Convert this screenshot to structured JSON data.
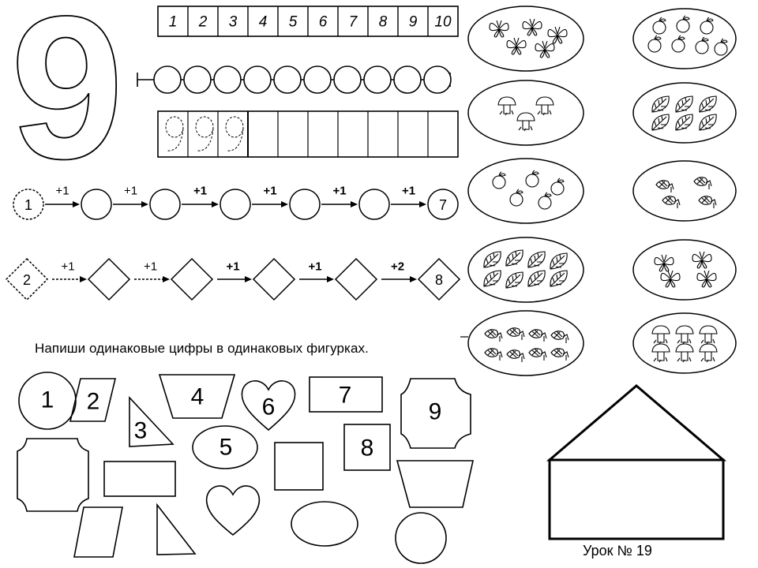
{
  "big_digit": "9",
  "number_line": [
    "1",
    "2",
    "3",
    "4",
    "5",
    "6",
    "7",
    "8",
    "9",
    "10"
  ],
  "bead_count": 10,
  "tracing": {
    "traced_cells": 3,
    "total_cells": 10
  },
  "circle_chain": {
    "start": "1",
    "end": "7",
    "steps": [
      "+1",
      "+1",
      "+1",
      "+1",
      "+1",
      "+1"
    ]
  },
  "diamond_chain": {
    "start": "2",
    "end": "8",
    "steps": [
      "+1",
      "+1",
      "+1",
      "+1",
      "+2"
    ]
  },
  "pictures": {
    "left_column": [
      {
        "item": "butterfly-icon",
        "count": 5
      },
      {
        "item": "mushroom-icon",
        "count": 3
      },
      {
        "item": "apple-icon",
        "count": 5
      },
      {
        "item": "leaf-icon",
        "count": 8
      },
      {
        "item": "fish-icon",
        "count": 8
      }
    ],
    "right_column": [
      {
        "item": "apple-icon",
        "count": 7
      },
      {
        "item": "leaf-icon",
        "count": 6
      },
      {
        "item": "fish-icon",
        "count": 4
      },
      {
        "item": "butterfly-icon",
        "count": 4
      },
      {
        "item": "mushroom-icon",
        "count": 6
      }
    ]
  },
  "instruction": "Напиши одинаковые цифры в одинаковых фигурках.",
  "filled_shapes": [
    {
      "shape": "circle",
      "digit": "1"
    },
    {
      "shape": "parallelogram",
      "digit": "2"
    },
    {
      "shape": "triangle",
      "digit": "3"
    },
    {
      "shape": "trapezoid",
      "digit": "4"
    },
    {
      "shape": "ellipse",
      "digit": "5"
    },
    {
      "shape": "heart",
      "digit": "6"
    },
    {
      "shape": "rectangle",
      "digit": "7"
    },
    {
      "shape": "square",
      "digit": "8"
    },
    {
      "shape": "octagon",
      "digit": "9"
    }
  ],
  "empty_shapes": [
    "octagon",
    "rectangle",
    "parallelogram",
    "triangle",
    "heart",
    "square",
    "ellipse",
    "trapezoid",
    "circle"
  ],
  "footer": "Урок № 19"
}
